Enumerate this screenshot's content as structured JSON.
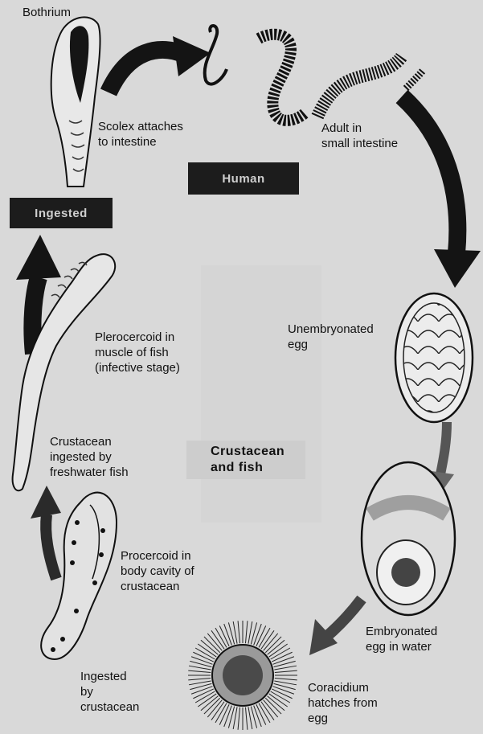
{
  "labels": {
    "bothrium": "Bothrium",
    "scolex": "Scolex attaches\nto intestine",
    "adult": "Adult in\nsmall intestine",
    "human": "Human",
    "ingested": "Ingested",
    "unembryonated": "Unembryonated\negg",
    "plerocercoid": "Plerocercoid in\nmuscle of fish\n(infective stage)",
    "crustacean_ingested": "Crustacean\ningested by\nfreshwater fish",
    "crustacean_and_fish": "Crustacean\nand fish",
    "procercoid": "Procercoid in\nbody cavity of\ncrustacean",
    "embryonated": "Embryonated\negg in water",
    "coracidium": "Coracidium\nhatches from\negg",
    "ingested_by_crustacean": "Ingested\nby\ncrustacean"
  },
  "colors": {
    "background": "#d9d9d9",
    "arrow": "#141414",
    "host_box": "#1c1c1c"
  }
}
